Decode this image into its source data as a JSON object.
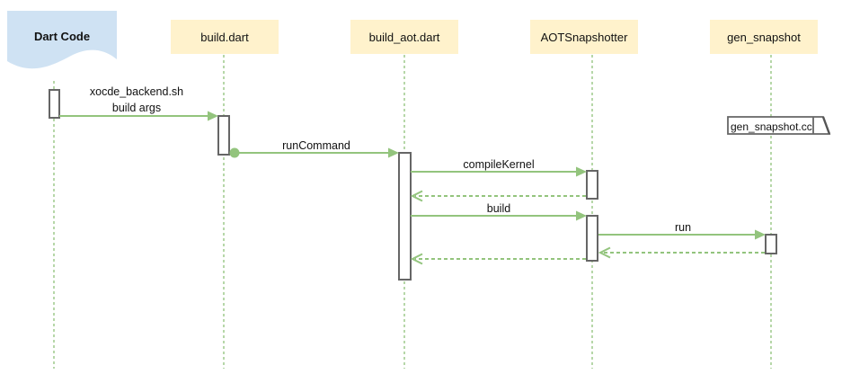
{
  "diagram_type": "uml-sequence-diagram",
  "participants": [
    {
      "id": "dart-code",
      "label": "Dart Code",
      "shape": "cloud"
    },
    {
      "id": "build-dart",
      "label": "build.dart",
      "shape": "rect"
    },
    {
      "id": "build-aot-dart",
      "label": "build_aot.dart",
      "shape": "rect"
    },
    {
      "id": "aot-snapshotter",
      "label": "AOTSnapshotter",
      "shape": "rect"
    },
    {
      "id": "gen-snapshot",
      "label": "gen_snapshot",
      "shape": "rect"
    }
  ],
  "messages": [
    {
      "from": "Dart Code",
      "to": "build.dart",
      "label": "xocde_backend.sh",
      "label2": "build args",
      "style": "solid"
    },
    {
      "from": "build.dart",
      "to": "build_aot.dart",
      "label": "runCommand",
      "style": "solid",
      "origin_dot": true
    },
    {
      "from": "build_aot.dart",
      "to": "AOTSnapshotter",
      "label": "compileKernel",
      "style": "solid"
    },
    {
      "from": "AOTSnapshotter",
      "to": "build_aot.dart",
      "label": "",
      "style": "dashed-return"
    },
    {
      "from": "build_aot.dart",
      "to": "AOTSnapshotter",
      "label": "build",
      "style": "solid"
    },
    {
      "from": "AOTSnapshotter",
      "to": "gen_snapshot",
      "label": "run",
      "style": "solid"
    },
    {
      "from": "gen_snapshot",
      "to": "AOTSnapshotter",
      "label": "",
      "style": "dashed-return"
    },
    {
      "from": "AOTSnapshotter",
      "to": "build_aot.dart",
      "label": "",
      "style": "dashed-return"
    }
  ],
  "note": {
    "label": "gen_snapshot.cc",
    "attached_to": "gen_snapshot"
  },
  "colors": {
    "participant_fill": "#fff2cc",
    "actor_cloud_fill": "#cfe2f3",
    "arrow_green": "#93c47d",
    "lifeline_green": "#b6d7a8",
    "activation_border": "#666666",
    "note_border": "#666666",
    "text": "#111111"
  }
}
